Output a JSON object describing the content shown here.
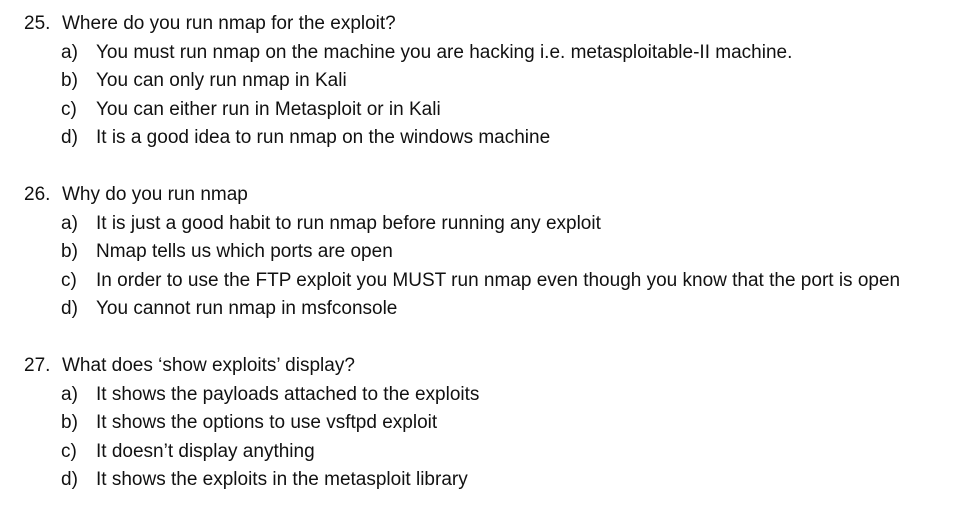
{
  "questions": [
    {
      "number": "25.",
      "text": "Where do you run nmap for the exploit?",
      "options": [
        {
          "letter": "a)",
          "text": "You must run nmap on the machine you are hacking i.e. metasploitable-II machine."
        },
        {
          "letter": "b)",
          "text": "You can only run nmap in Kali"
        },
        {
          "letter": "c)",
          "text": "You can either run in Metasploit or in Kali"
        },
        {
          "letter": "d)",
          "text": "It is a good idea to run nmap on the windows machine"
        }
      ]
    },
    {
      "number": "26.",
      "text": "Why do you run nmap",
      "options": [
        {
          "letter": "a)",
          "text": "It is just a good habit to run nmap before running any exploit"
        },
        {
          "letter": "b)",
          "text": "Nmap tells us which ports are open"
        },
        {
          "letter": "c)",
          "text": "In order to use the FTP exploit you MUST run nmap even though you know that the port is open"
        },
        {
          "letter": "d)",
          "text": "You cannot run nmap in msfconsole"
        }
      ]
    },
    {
      "number": "27.",
      "text": "What does ‘show exploits’ display?",
      "options": [
        {
          "letter": "a)",
          "text": "It shows the payloads attached to the exploits"
        },
        {
          "letter": "b)",
          "text": "It shows the options to use vsftpd exploit"
        },
        {
          "letter": "c)",
          "text": "It doesn’t display anything"
        },
        {
          "letter": "d)",
          "text": "It shows the exploits in the metasploit library"
        }
      ]
    }
  ]
}
